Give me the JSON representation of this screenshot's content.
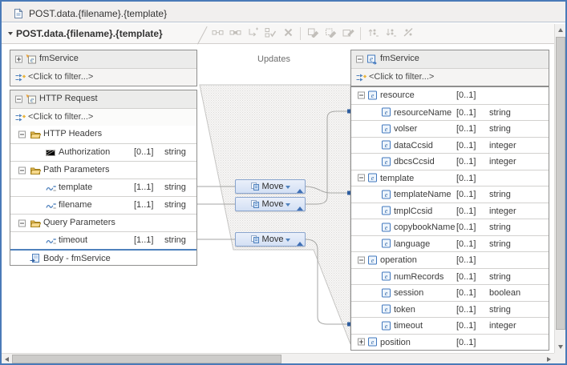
{
  "window": {
    "title": "POST.data.{filename}.{template}"
  },
  "toolbar": {
    "breadcrumb": "POST.data.{filename}.{template}",
    "icon_groups": [
      [
        "create-connection-icon",
        "create-connection-with-transform-icon",
        "add-transform-icon",
        "auto-map-icon",
        "delete-transform-icon"
      ],
      [
        "group-transforms-icon",
        "ungroup-transforms-icon",
        "edit-transform-icon"
      ],
      [
        "sort-by-source-icon",
        "sort-by-target-icon",
        "clear-sort-icon"
      ]
    ]
  },
  "canvas": {
    "updates_label": "Updates"
  },
  "source_panel": {
    "root": {
      "label": "fmService",
      "filter_placeholder": "<Click to filter...>",
      "expander": "plus"
    },
    "request": {
      "label": "HTTP Request",
      "filter_placeholder": "<Click to filter...>",
      "expander": "minus",
      "rows": [
        {
          "kind": "group",
          "expander": "minus",
          "icon": "folder-icon",
          "label": "HTTP Headers"
        },
        {
          "kind": "item",
          "icon": "string-type-disabled-icon",
          "label": "Authorization",
          "cardinality": "[0..1]",
          "type": "string"
        },
        {
          "kind": "group",
          "expander": "minus",
          "icon": "folder-icon",
          "label": "Path Parameters"
        },
        {
          "kind": "item",
          "icon": "string-type-icon",
          "label": "template",
          "cardinality": "[1..1]",
          "type": "string"
        },
        {
          "kind": "item",
          "icon": "string-type-icon",
          "label": "filename",
          "cardinality": "[1..1]",
          "type": "string"
        },
        {
          "kind": "group",
          "expander": "minus",
          "icon": "folder-icon",
          "label": "Query Parameters"
        },
        {
          "kind": "item",
          "icon": "string-type-icon",
          "label": "timeout",
          "cardinality": "[1..1]",
          "type": "string"
        },
        {
          "kind": "body",
          "icon": "body-map-icon",
          "label": "Body - fmService"
        }
      ]
    }
  },
  "target_panel": {
    "root": {
      "label": "fmService",
      "filter_placeholder": "<Click to filter...>",
      "expander": "minus"
    },
    "rows": [
      {
        "level": 1,
        "expander": "minus",
        "icon": "element-icon",
        "label": "resource",
        "cardinality": "[0..1]",
        "type": ""
      },
      {
        "level": 2,
        "icon": "element-icon",
        "label": "resourceName",
        "cardinality": "[0..1]",
        "type": "string"
      },
      {
        "level": 2,
        "icon": "element-icon",
        "label": "volser",
        "cardinality": "[0..1]",
        "type": "string"
      },
      {
        "level": 2,
        "icon": "element-icon",
        "label": "dataCcsid",
        "cardinality": "[0..1]",
        "type": "integer"
      },
      {
        "level": 2,
        "icon": "element-icon",
        "label": "dbcsCcsid",
        "cardinality": "[0..1]",
        "type": "integer"
      },
      {
        "level": 1,
        "expander": "minus",
        "icon": "element-icon",
        "label": "template",
        "cardinality": "[0..1]",
        "type": ""
      },
      {
        "level": 2,
        "icon": "element-icon",
        "label": "templateName",
        "cardinality": "[0..1]",
        "type": "string"
      },
      {
        "level": 2,
        "icon": "element-icon",
        "label": "tmplCcsid",
        "cardinality": "[0..1]",
        "type": "integer"
      },
      {
        "level": 2,
        "icon": "element-icon",
        "label": "copybookName",
        "cardinality": "[0..1]",
        "type": "string"
      },
      {
        "level": 2,
        "icon": "element-icon",
        "label": "language",
        "cardinality": "[0..1]",
        "type": "string"
      },
      {
        "level": 1,
        "expander": "minus",
        "icon": "element-icon",
        "label": "operation",
        "cardinality": "[0..1]",
        "type": ""
      },
      {
        "level": 2,
        "icon": "element-icon",
        "label": "numRecords",
        "cardinality": "[0..1]",
        "type": "string"
      },
      {
        "level": 2,
        "icon": "element-icon",
        "label": "session",
        "cardinality": "[0..1]",
        "type": "boolean"
      },
      {
        "level": 2,
        "icon": "element-icon",
        "label": "token",
        "cardinality": "[0..1]",
        "type": "string"
      },
      {
        "level": 2,
        "icon": "element-icon",
        "label": "timeout",
        "cardinality": "[0..1]",
        "type": "integer"
      },
      {
        "level": 1,
        "expander": "plus",
        "icon": "element-icon",
        "label": "position",
        "cardinality": "[0..1]",
        "type": ""
      }
    ]
  },
  "transforms": [
    {
      "label": "Move",
      "source": "template",
      "target": "templateName"
    },
    {
      "label": "Move",
      "source": "filename",
      "target": "resourceName"
    },
    {
      "label": "Move",
      "source": "timeout",
      "target": "timeout"
    }
  ],
  "colors": {
    "accent": "#4f81bd",
    "frame": "#4a7ab8",
    "transform_fill": "#d9e4f5",
    "transform_border": "#8aa5ce",
    "connector": "#a6a6a4",
    "anchor_dot": "#2e5d9e"
  }
}
